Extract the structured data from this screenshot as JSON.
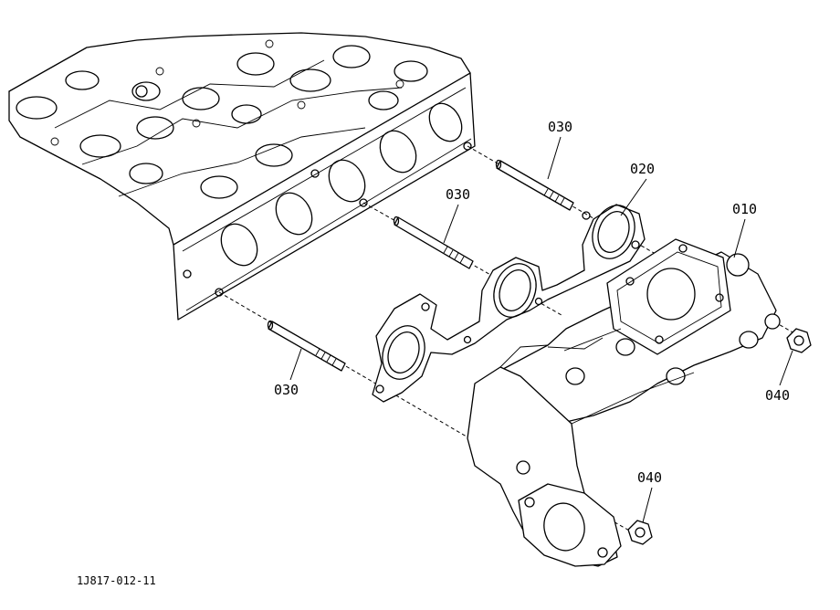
{
  "callouts": {
    "c010": "010",
    "c020": "020",
    "c030_top": "030",
    "c030_mid": "030",
    "c030_bot": "030",
    "c040_right": "040",
    "c040_bot": "040"
  },
  "drawing_code": "1J817-012-11",
  "icons": {
    "cylinder_head": "cylinder-head-drawing",
    "gasket": "exhaust-gasket-drawing",
    "stud": "stud-bolt-drawing",
    "manifold": "exhaust-manifold-drawing",
    "nut": "flange-nut-drawing"
  }
}
